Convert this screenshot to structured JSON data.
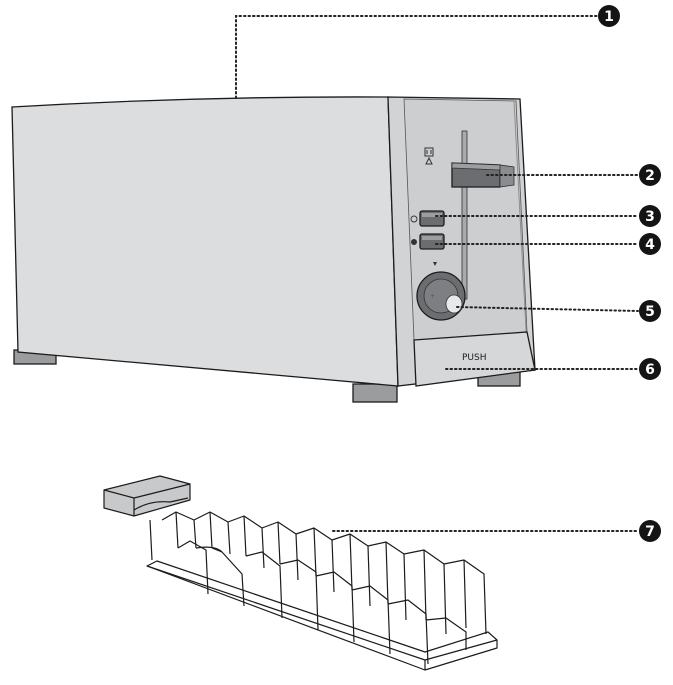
{
  "figure": {
    "push_label": "PUSH",
    "callouts": [
      {
        "number": "1",
        "part": "housing"
      },
      {
        "number": "2",
        "part": "lever"
      },
      {
        "number": "3",
        "part": "button"
      },
      {
        "number": "4",
        "part": "button"
      },
      {
        "number": "5",
        "part": "dial"
      },
      {
        "number": "6",
        "part": "crumb-tray"
      },
      {
        "number": "7",
        "part": "rack"
      }
    ]
  },
  "colors": {
    "body_light": "#dedfe0",
    "body_mid": "#cfd0d2",
    "body_dark": "#b9babc",
    "foot": "#9b9c9e",
    "control_dark": "#6b6d70",
    "rack_top": "#c8c9cb"
  }
}
